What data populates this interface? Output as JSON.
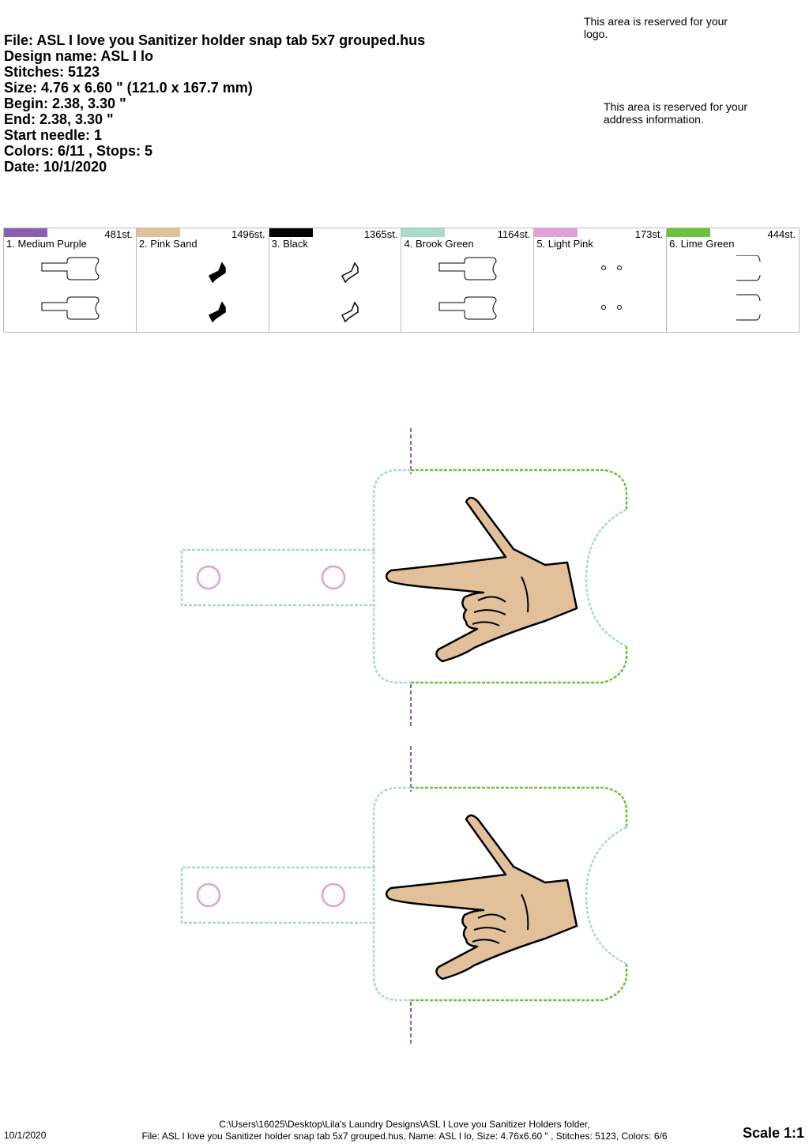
{
  "header": {
    "file": "File: ASL I love you Sanitizer holder snap tab 5x7 grouped.hus",
    "design_name": "Design name: ASL I lo",
    "stitches": "Stitches: 5123",
    "size": "Size: 4.76 x 6.60 \" (121.0 x 167.7 mm)",
    "begin": "Begin: 2.38, 3.30 \"",
    "end": "End: 2.38, 3.30 \"",
    "start_needle": "Start needle: 1",
    "colors_stops": "Colors: 6/11 , Stops: 5",
    "date": "Date: 10/1/2020"
  },
  "reserved": {
    "logo": "This area is reserved for your logo.",
    "address": "This area is reserved for your address information."
  },
  "colors": [
    {
      "name": "1. Medium Purple",
      "stitches": "481st.",
      "hex": "#8a5fb0",
      "icon": "tab-outline"
    },
    {
      "name": "2. Pink Sand",
      "stitches": "1496st.",
      "hex": "#e2c09a",
      "icon": "hand-fill"
    },
    {
      "name": "3. Black",
      "stitches": "1365st.",
      "hex": "#000000",
      "icon": "hand-outline"
    },
    {
      "name": "4. Brook Green",
      "stitches": "1164st.",
      "hex": "#a8dcc8",
      "icon": "tab-outline"
    },
    {
      "name": "5. Light Pink",
      "stitches": "173st.",
      "hex": "#e2a0d8",
      "icon": "snap-dots"
    },
    {
      "name": "6. Lime Green",
      "stitches": "444st.",
      "hex": "#6cc23a",
      "icon": "side-lines"
    }
  ],
  "footer": {
    "path": "C:\\Users\\16025\\Desktop\\Lila's Laundry Designs\\ASL I Love you Sanitizer Holders folder,",
    "line2": "File: ASL I love you Sanitizer holder snap tab 5x7 grouped.hus, Name: ASL I lo, Size: 4.76x6.60 \" , Stitches: 5123, Colors: 6/6",
    "date": "10/1/2020",
    "scale": "Scale 1:1"
  }
}
